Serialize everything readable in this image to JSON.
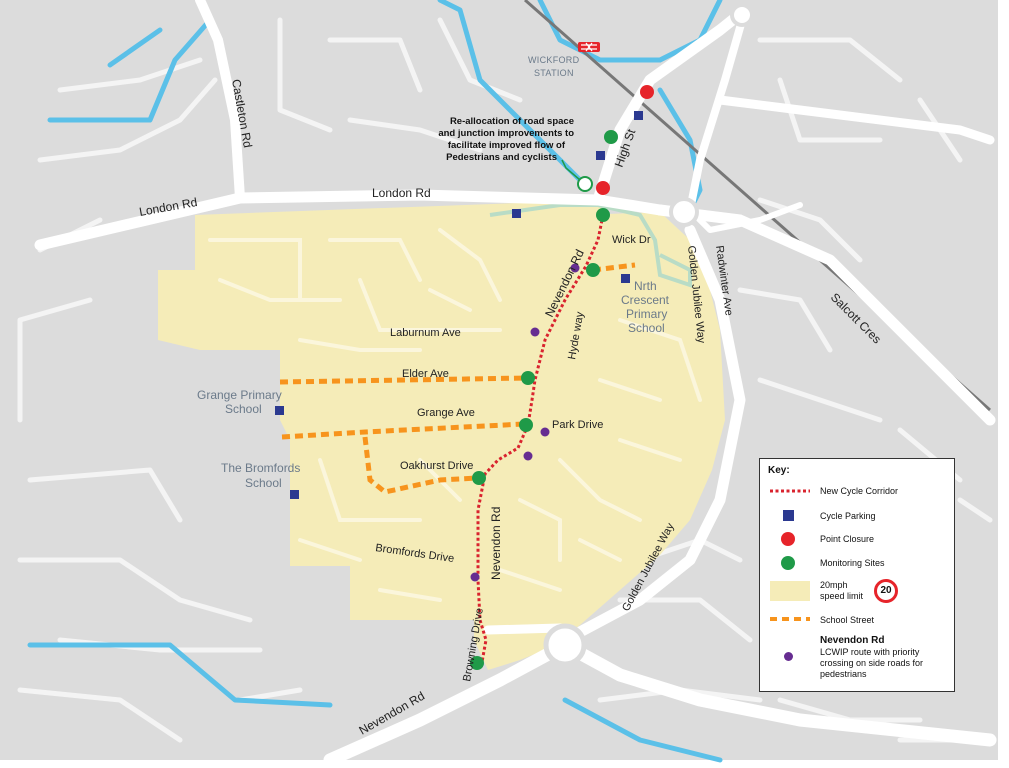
{
  "roads": {
    "london_rd_west": "London Rd",
    "london_rd_north": "London Rd",
    "castleton_rd": "Castleton Rd",
    "high_st": "High St",
    "wick_dr": "Wick Dr",
    "nevendon_rd_upper": "Nevendon Rd",
    "nevendon_rd_lower": "Nevendon Rd",
    "nevendon_rd_sw": "Nevendon Rd",
    "laburnum_ave": "Laburnum Ave",
    "elder_ave": "Elder Ave",
    "grange_ave": "Grange Ave",
    "park_drive": "Park Drive",
    "oakhurst_drive": "Oakhurst Drive",
    "bromfords_drive": "Bromfords Drive",
    "browning_drive": "Browning Drive",
    "hyde_way": "Hyde way",
    "radwinter_ave": "Radwinter Ave",
    "golden_jubilee_way_upper": "Golden Jubilee Way",
    "golden_jubilee_way_lower": "Golden Jubilee Way",
    "salcott_cres": "Salcott Cres"
  },
  "places": {
    "station_line1": "WICKFORD",
    "station_line2": "STATION",
    "grange_primary_line1": "Grange Primary",
    "grange_primary_line2": "School",
    "bromfords_line1": "The Bromfords",
    "bromfords_line2": "School",
    "nrth_crescent_line1": "Nrth",
    "nrth_crescent_line2": "Crescent",
    "nrth_crescent_line3": "Primary",
    "nrth_crescent_line4": "School"
  },
  "annotation": {
    "line1": "Re-allocation of road space",
    "line2": "and junction improvements to",
    "line3": "facilitate improved flow of",
    "line4": "Pedestrians and cyclists"
  },
  "colors": {
    "zone": "#f5ecb8",
    "road": "#ffffff",
    "background": "#dcdcdc",
    "river": "#5bc0e8",
    "rail": "#777777",
    "corridor": "#d9232e",
    "point_closure": "#e6242a",
    "monitoring": "#1f9a48",
    "cycle_parking": "#2b3990",
    "school_street": "#f7941d",
    "lcwip": "#662d91",
    "park": "#b9dcc6"
  },
  "key": {
    "title": "Key:",
    "new_cycle_corridor": "New Cycle Corridor",
    "cycle_parking": "Cycle Parking",
    "point_closure": "Point Closure",
    "monitoring_sites": "Monitoring Sites",
    "speed_line1": "20mph",
    "speed_line2": "speed limit",
    "speed_sign": "20",
    "school_street": "School Street",
    "lcwip_title": "Nevendon Rd",
    "lcwip_line1": "LCWIP route with priority",
    "lcwip_line2": "crossing on side roads for",
    "lcwip_line3": "pedestrians"
  }
}
